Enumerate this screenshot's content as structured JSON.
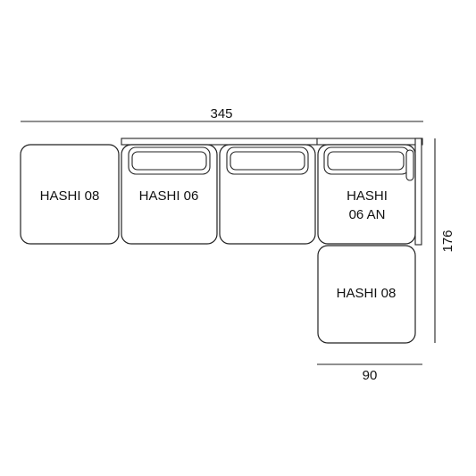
{
  "dimensions": {
    "width_total": "345",
    "depth_total": "176",
    "chaise_width": "90"
  },
  "modules": [
    {
      "label_lines": [
        "HASHI 08"
      ]
    },
    {
      "label_lines": [
        "HASHI 06"
      ]
    },
    {
      "label_lines": []
    },
    {
      "label_lines": [
        "HASHI",
        "06 AN"
      ]
    },
    {
      "label_lines": [
        "HASHI 08"
      ]
    }
  ]
}
